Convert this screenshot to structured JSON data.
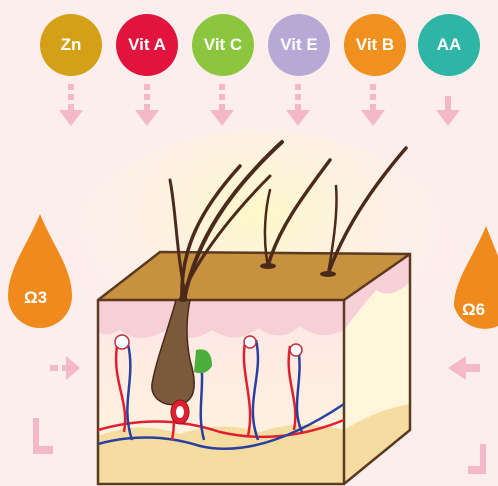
{
  "nutrients": [
    {
      "label": "Zn",
      "color": "#d4a017"
    },
    {
      "label": "Vit A",
      "color": "#e0143c"
    },
    {
      "label": "Vit C",
      "color": "#8cc63f"
    },
    {
      "label": "Vit E",
      "color": "#b7a9d6"
    },
    {
      "label": "Vit B",
      "color": "#f0901e"
    },
    {
      "label": "AA",
      "color": "#2fb5a6"
    }
  ],
  "omegas": {
    "left": {
      "label": "Ω3",
      "color": "#f08a1c"
    },
    "right": {
      "label": "Ω6",
      "color": "#f08a1c"
    }
  },
  "colors": {
    "background": "#fdeeee",
    "arrow": "#f4b9c8",
    "skin_top": "#c8913f",
    "epidermis": "#f6cfd7",
    "dermis": "#fff6dc",
    "fat": "#f5dca0",
    "hair": "#4a2a1a",
    "artery": "#e02030",
    "vein": "#2a3fa0"
  }
}
